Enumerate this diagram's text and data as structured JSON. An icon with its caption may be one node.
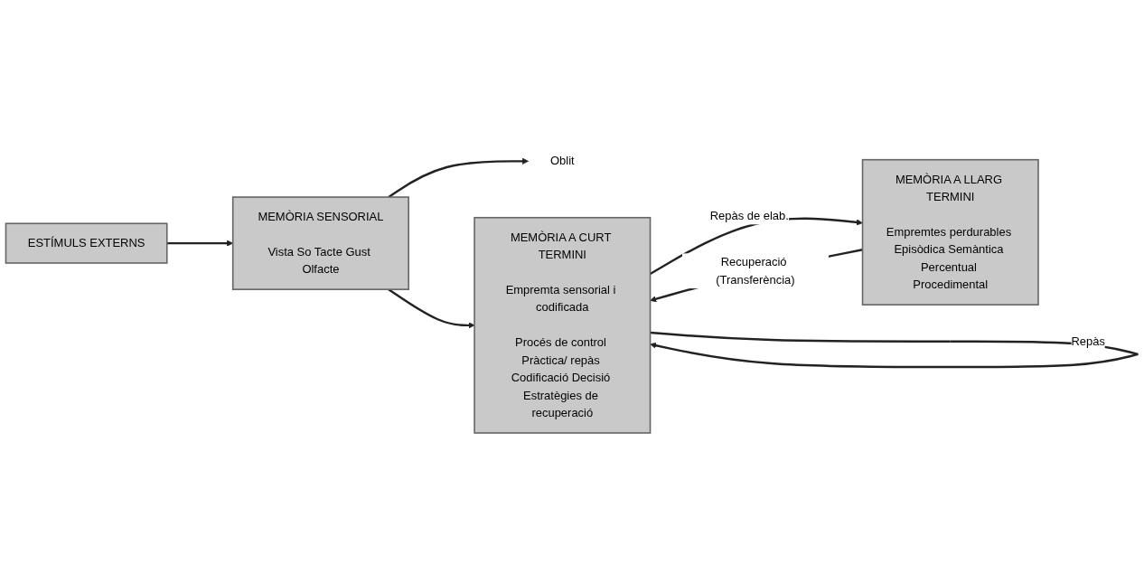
{
  "diagram": {
    "nodes": [
      {
        "text": [
          "ESTÍMULS EXTERNS"
        ]
      },
      {
        "text": [
          "MEMÒRIA SENSORIAL",
          "Vista So Tacte Gust Olfacte"
        ]
      },
      {
        "text": [
          "Oblit"
        ]
      },
      {
        "text": [
          "MEMÒRIA A CURT TERMINI",
          "Empremta sensorial i codificada",
          "Procés de control Pràctica/ repàs Codificació Decisió Estratègies de recuperació"
        ]
      },
      {
        "text": [
          "MEMÒRIA A LLARG TERMINI",
          "Empremtes perdurables Episòdica Semàntica Percentual Procedimental"
        ]
      }
    ],
    "edges": [
      {
        "from": 0,
        "to": 1,
        "arrow": "to"
      },
      {
        "from": 1,
        "to": 3,
        "arrow": "to"
      },
      {
        "from": 1,
        "to": 2,
        "arrow": "to"
      },
      {
        "from": 3,
        "to": 4,
        "label": "Repàs de elab.",
        "arrow": "to"
      },
      {
        "from": 3,
        "to": 3,
        "label": "Repàs",
        "arrow": "to"
      },
      {
        "from": 4,
        "to": 3,
        "label": "Recuperació (Transferència)",
        "arrow": "to"
      }
    ]
  }
}
